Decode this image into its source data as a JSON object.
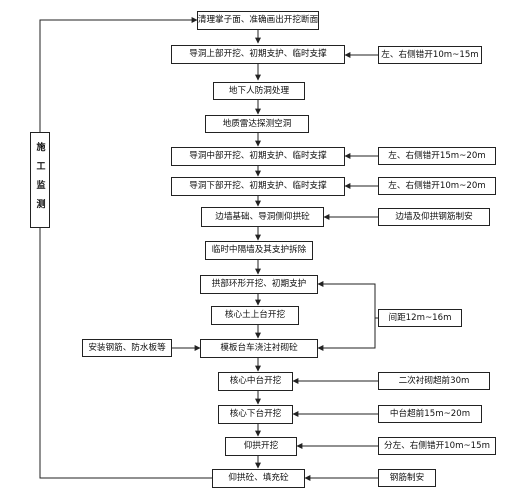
{
  "main_steps": [
    "清理掌子面、准确画出开挖断面",
    "导洞上部开挖、初期支护、临时支撑",
    "地下人防洞处理",
    "地质雷达探测空洞",
    "导洞中部开挖、初期支护、临时支撑",
    "导洞下部开挖、初期支护、临时支撑",
    "边墙基础、导洞侧仰拱砼",
    "临时中隔墙及其支护拆除",
    "拱部环形开挖、初期支护",
    "核心土上台开挖",
    "模板台车浇注衬砌砼",
    "核心中台开挖",
    "核心下台开挖",
    "仰拱开挖",
    "仰拱砼、填充砼"
  ],
  "right_notes": [
    "左、右侧错开10m~15m",
    "左、右侧错开15m~20m",
    "左、右侧错开10m~20m",
    "边墙及仰拱钢筋制安",
    "间距12m~16m",
    "二次衬砌超前30m",
    "中台超前15m~20m",
    "分左、右侧错开10m~15m",
    "钢筋制安"
  ],
  "left_note": "安装钢筋、防水板等",
  "side_label": "施工监测"
}
